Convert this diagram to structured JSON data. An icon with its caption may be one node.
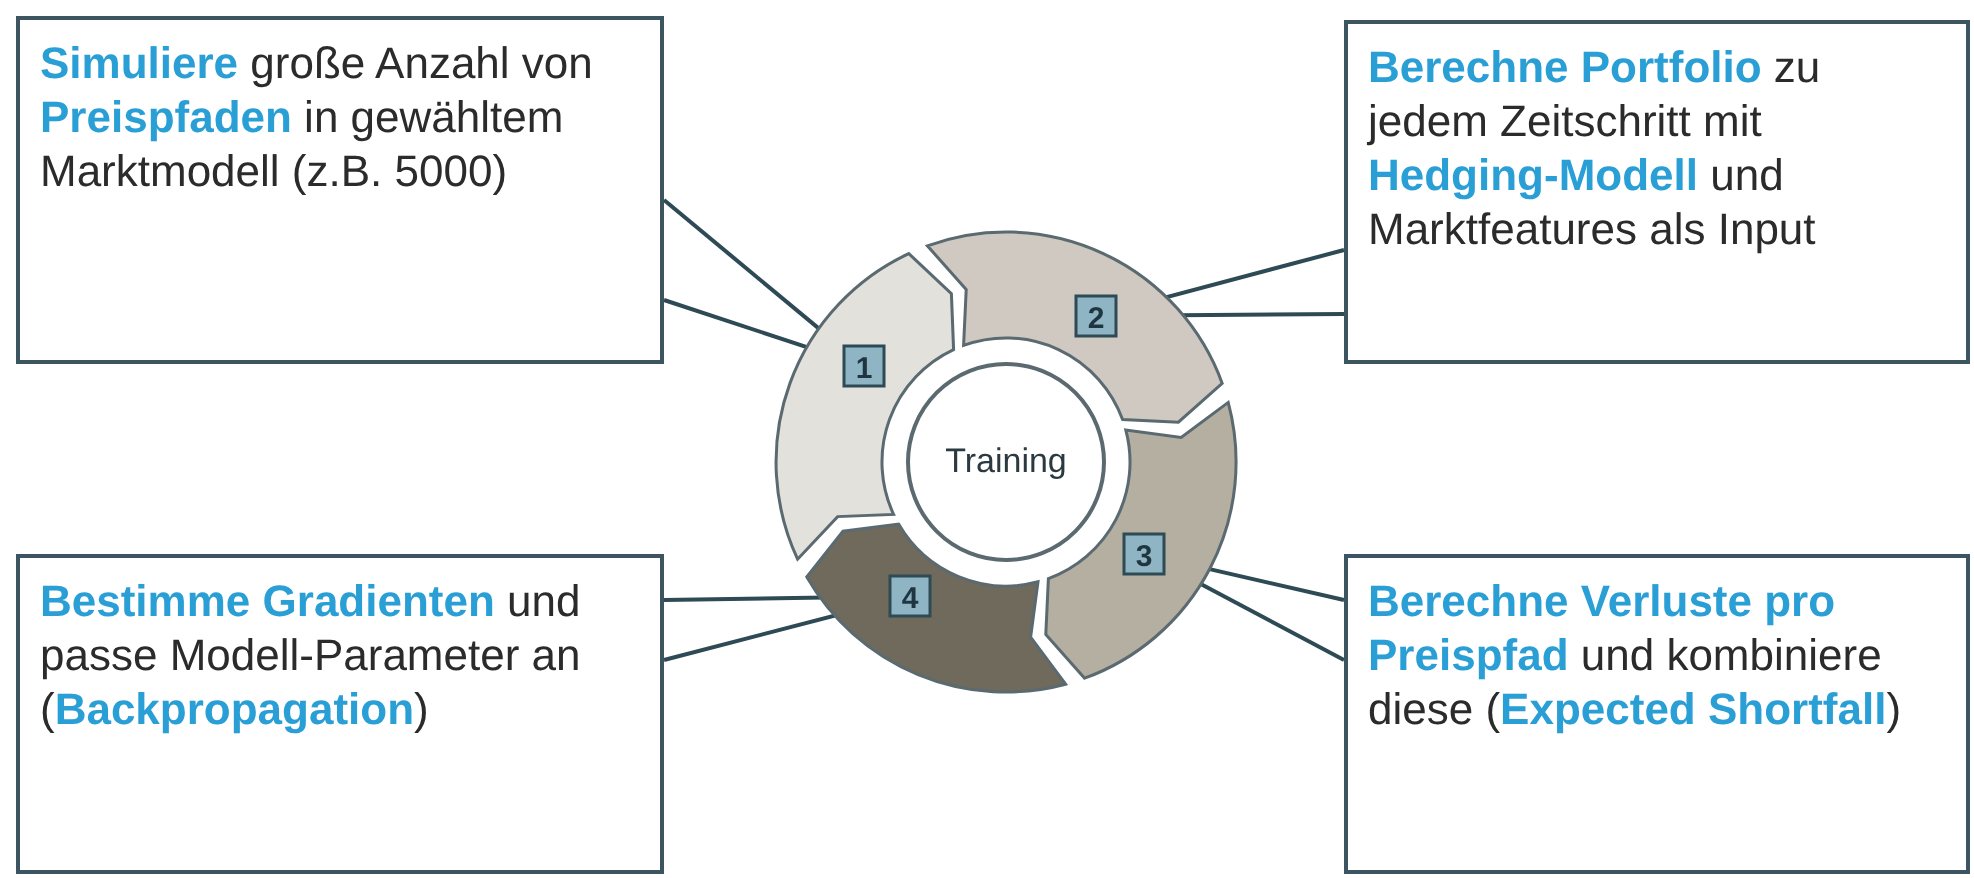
{
  "diagram": {
    "nodes": [
      {
        "text": [
          "**Simuliere** große Anzahl von **Preispfaden** in gewähltem Marktmodell (z.B. 5000)"
        ]
      },
      {
        "text": [
          "**Berechne Portfolio** zu jedem Zeitschritt mit **Hedging-Modell** und Marktfeatures als Input"
        ]
      },
      {
        "text": [
          "1"
        ]
      },
      {
        "text": [
          "2"
        ]
      },
      {
        "text": [
          "3"
        ]
      },
      {
        "text": [
          "4"
        ]
      },
      {
        "text": [
          "Training"
        ]
      },
      {
        "text": [
          "**Bestimme Gradienten** und passe Modell-Parameter an (**Backpropagation**)"
        ]
      },
      {
        "text": [
          "**Berechne Verluste pro Preispfad** und kombiniere diese (**Expected Shortfall**)"
        ]
      }
    ],
    "edges": [
      {
        "from": 0,
        "to": 2,
        "arrow": "none"
      },
      {
        "from": 0,
        "to": 2,
        "arrow": "none"
      },
      {
        "from": 1,
        "to": 3,
        "arrow": "none"
      },
      {
        "from": 1,
        "to": 3,
        "arrow": "none"
      },
      {
        "from": 7,
        "to": 5,
        "arrow": "none"
      },
      {
        "from": 7,
        "to": 5,
        "arrow": "none"
      },
      {
        "from": 8,
        "to": 4,
        "arrow": "none"
      },
      {
        "from": 8,
        "to": 4,
        "arrow": "none"
      }
    ]
  }
}
